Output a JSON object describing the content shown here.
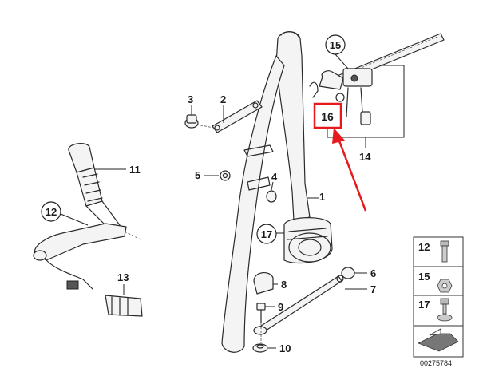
{
  "diagram": {
    "callouts": [
      {
        "id": "c1",
        "text": "1"
      },
      {
        "id": "c2",
        "text": "2"
      },
      {
        "id": "c3",
        "text": "3"
      },
      {
        "id": "c4",
        "text": "4"
      },
      {
        "id": "c5",
        "text": "5"
      },
      {
        "id": "c6",
        "text": "6"
      },
      {
        "id": "c7",
        "text": "7"
      },
      {
        "id": "c8",
        "text": "8"
      },
      {
        "id": "c9",
        "text": "9"
      },
      {
        "id": "c10",
        "text": "10"
      },
      {
        "id": "c11",
        "text": "11"
      },
      {
        "id": "c12",
        "text": "12"
      },
      {
        "id": "c13",
        "text": "13"
      },
      {
        "id": "c14",
        "text": "14"
      },
      {
        "id": "c15",
        "text": "15"
      },
      {
        "id": "c16",
        "text": "16"
      },
      {
        "id": "c17",
        "text": "17"
      }
    ],
    "legend": {
      "items": [
        "12",
        "15",
        "17"
      ]
    },
    "reference_code": "00275784",
    "colors": {
      "highlight": "#e8191c",
      "line": "#2a2a2a"
    }
  }
}
